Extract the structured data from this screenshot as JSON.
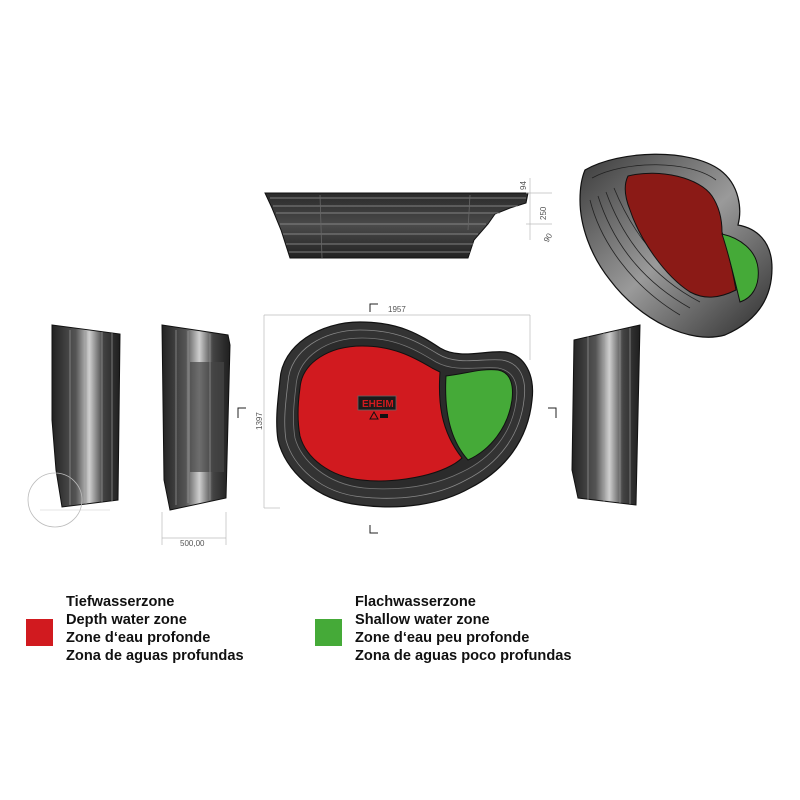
{
  "colors": {
    "depth_zone": "#d11a1f",
    "shallow_zone": "#45aa38",
    "pond_body": "#3a3a3a",
    "pond_light": "#8a8a8a",
    "dimension_line": "#bbbbbb"
  },
  "dimensions": {
    "length": "1957",
    "width": "1397",
    "side_depth": "500,00",
    "rim_top": "94",
    "shelf_depth": "250",
    "shelf_angle": "90"
  },
  "logo_text": "EHEIM",
  "legend": {
    "depth": {
      "color": "#d11a1f",
      "labels": [
        "Tiefwasserzone",
        "Depth water zone",
        "Zone d‘eau profonde",
        "Zona de aguas profundas"
      ]
    },
    "shallow": {
      "color": "#45aa38",
      "labels": [
        "Flachwasserzone",
        "Shallow water zone",
        "Zone d‘eau peu profonde",
        "Zona de aguas poco profundas"
      ]
    }
  }
}
